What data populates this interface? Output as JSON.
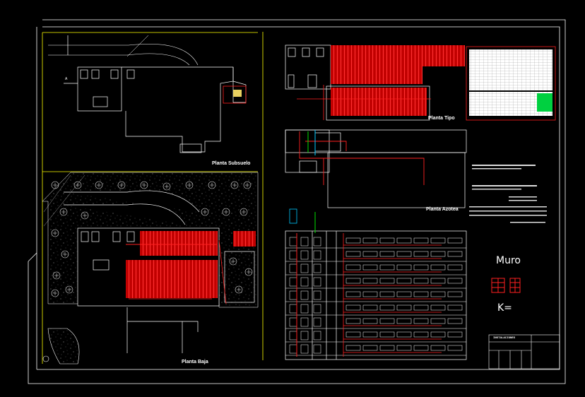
{
  "sheet": {
    "colors": {
      "background": "#000000",
      "line": "#ffffff",
      "installation": "#ff1010",
      "border": "#ffff00",
      "cyan": "#00c8ff",
      "green": "#00e000"
    }
  },
  "views": {
    "subsuelo": "Planta Subsuelo",
    "baja": "Planta Baja",
    "tipo": "Planta Tipo",
    "azotea": "Planta Azotea"
  },
  "legend": {
    "muro": "Muro",
    "k": "K="
  },
  "title_block": {
    "title": "INSTALACIONES"
  },
  "icons": [
    "trees-hatch-icon",
    "north-arrow-icon",
    "radiator-symbol-icon"
  ]
}
